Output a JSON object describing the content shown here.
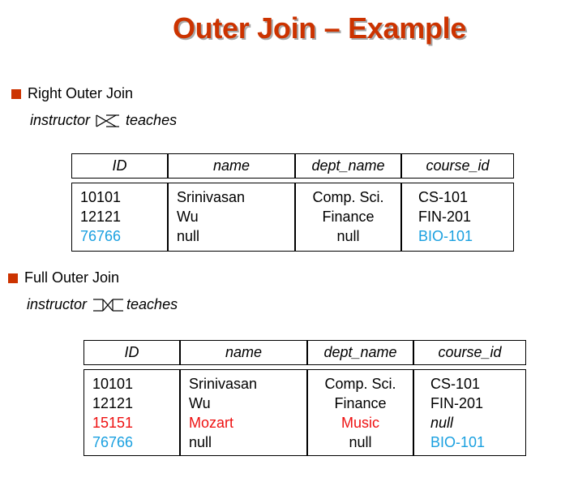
{
  "title": "Outer Join – Example",
  "colors": {
    "title": "#cc3300",
    "blue": "#1aa0e0",
    "red": "#ee1111",
    "bullet": "#cc3300"
  },
  "right_join": {
    "heading": "Right Outer Join",
    "left_rel": "instructor",
    "right_rel": "teaches",
    "operator_icon": "right-outer-join-icon",
    "headers": [
      "ID",
      "name",
      "dept_name",
      "course_id"
    ],
    "rows": [
      {
        "ID": "10101",
        "name": "Srinivasan",
        "dept_name": "Comp. Sci.",
        "course_id": "CS-101"
      },
      {
        "ID": "12121",
        "name": "Wu",
        "dept_name": "Finance",
        "course_id": "FIN-201"
      },
      {
        "ID": "76766",
        "name": "null",
        "dept_name": "null",
        "course_id": "BIO-101"
      }
    ]
  },
  "full_join": {
    "heading": "Full Outer Join",
    "left_rel": "instructor",
    "right_rel": "teaches",
    "operator_icon": "full-outer-join-icon",
    "headers": [
      "ID",
      "name",
      "dept_name",
      "course_id"
    ],
    "rows": [
      {
        "ID": "10101",
        "name": "Srinivasan",
        "dept_name": "Comp. Sci.",
        "course_id": "CS-101"
      },
      {
        "ID": "12121",
        "name": "Wu",
        "dept_name": "Finance",
        "course_id": "FIN-201"
      },
      {
        "ID": "15151",
        "name": "Mozart",
        "dept_name": "Music",
        "course_id": "null"
      },
      {
        "ID": "76766",
        "name": "null",
        "dept_name": "null",
        "course_id": "BIO-101"
      }
    ]
  }
}
